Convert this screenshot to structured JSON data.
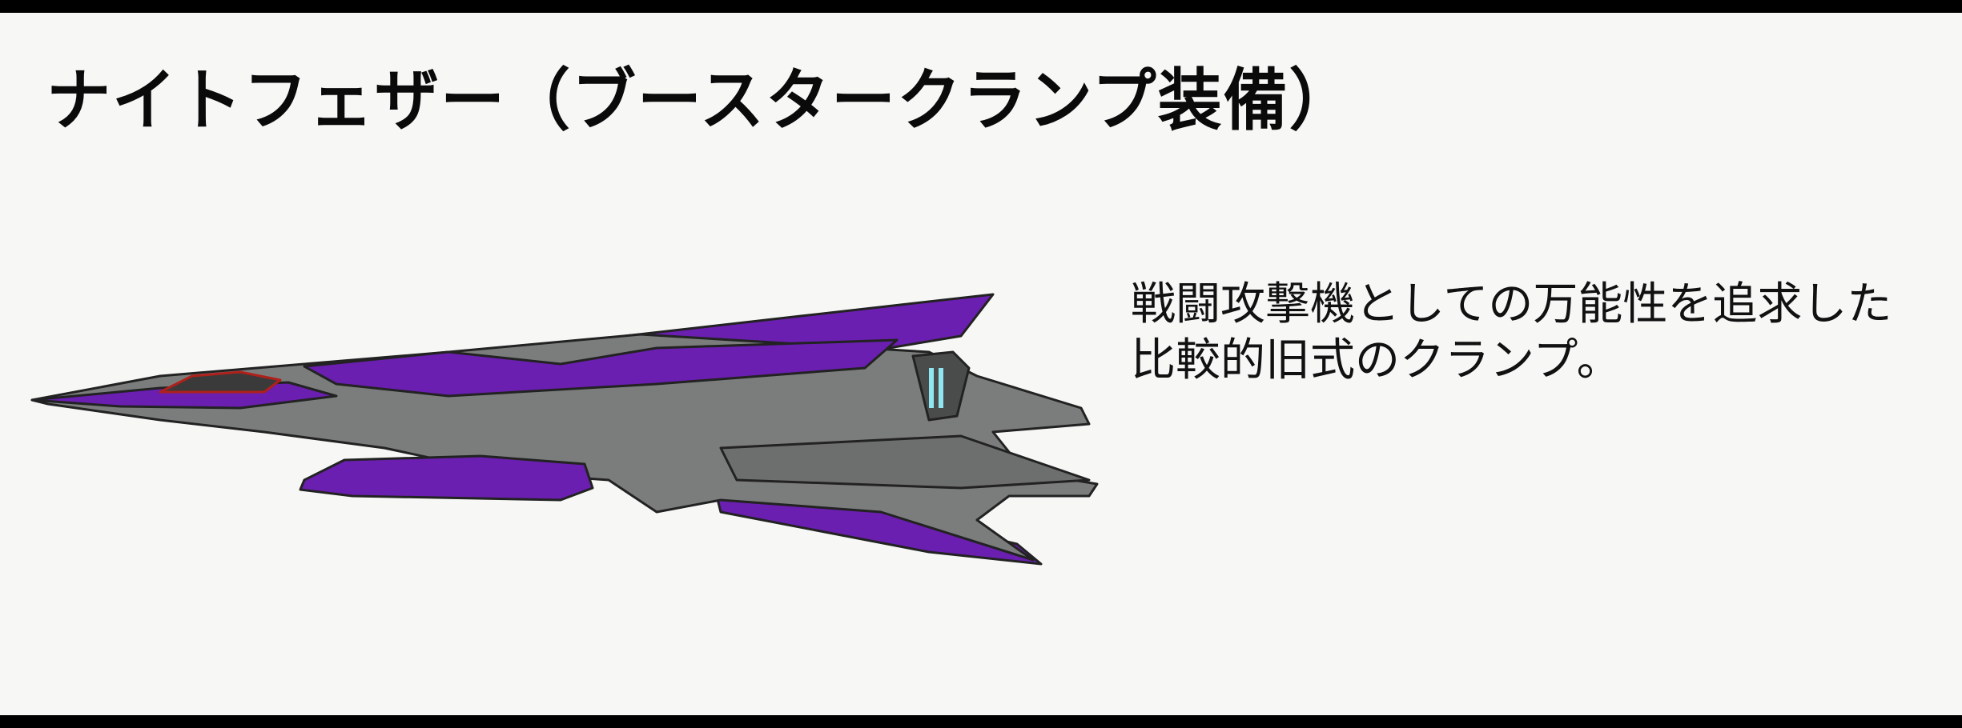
{
  "title": "ナイトフェザー（ブースタークランプ装備）",
  "description": {
    "line1": "戦闘攻撃機としての万能性を追求した",
    "line2": "比較的旧式のクランプ。"
  },
  "colors": {
    "hull": "#7b7d7c",
    "accent": "#6a1fb0",
    "canopy": "#3a3a3a",
    "thruster": "#8fe6f0"
  }
}
